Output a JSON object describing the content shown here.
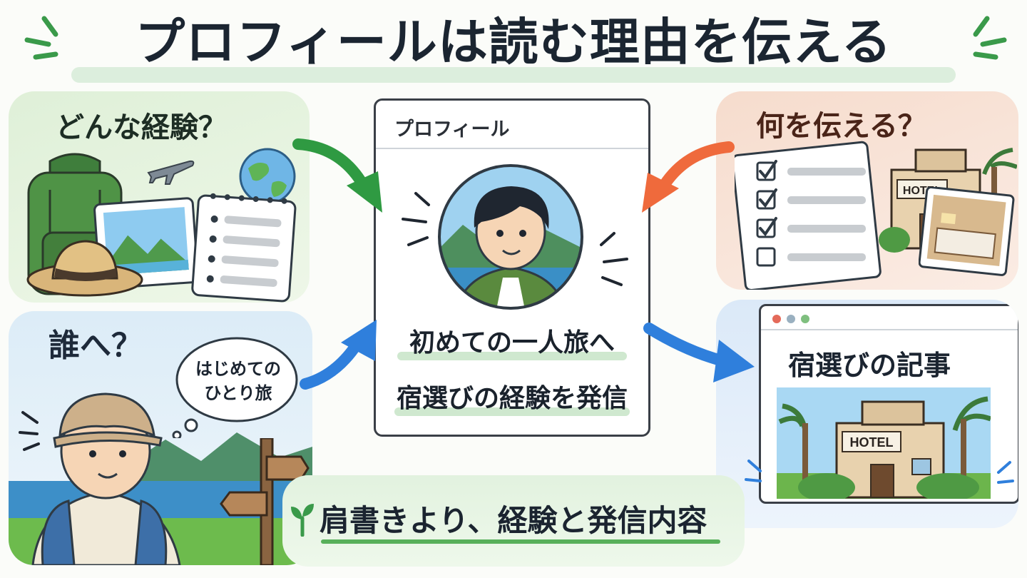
{
  "title": "プロフィールは読む理由を伝える",
  "panels": {
    "experience": {
      "heading": "どんな経験？"
    },
    "audience": {
      "heading": "誰へ？",
      "bubble_line1": "はじめての",
      "bubble_line2": "ひとり旅"
    },
    "content": {
      "heading": "何を伝える？",
      "hotel_sign": "HOTEL"
    },
    "article": {
      "heading": "宿選びの記事",
      "hotel_sign": "HOTEL"
    }
  },
  "profile_card": {
    "header": "プロフィール",
    "line1": "初めての一人旅へ",
    "line2": "宿選びの経験を発信"
  },
  "tagline": "肩書きより、経験と発信内容",
  "colors": {
    "green_arrow": "#2f9a42",
    "orange_arrow": "#ef6a3c",
    "blue_arrow": "#2f7fdc",
    "accent_green": "#58b05a"
  },
  "checklist": {
    "checked": [
      true,
      true,
      true,
      false
    ]
  }
}
